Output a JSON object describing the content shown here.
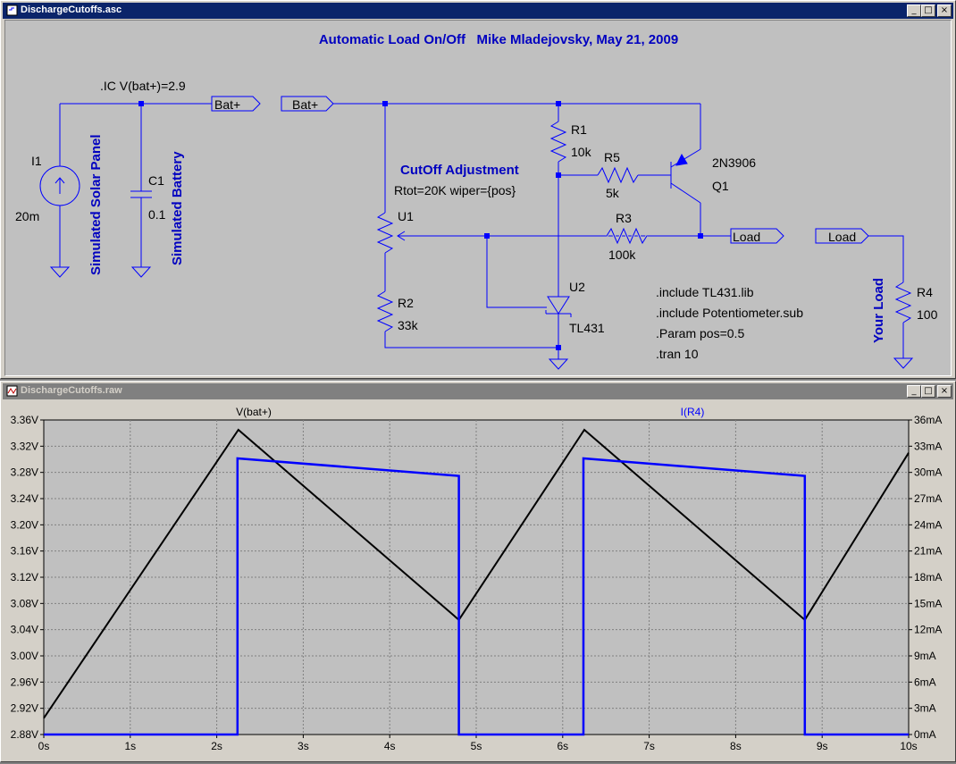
{
  "schematic_window": {
    "title": "DischargeCutoffs.asc",
    "header": "Automatic Load On/Off   Mike Mladejovsky, May 21, 2009",
    "ic_directive": ".IC V(bat+)=2.9",
    "labels": {
      "i1": "I1",
      "i1_val": "20m",
      "solar": "Simulated Solar Panel",
      "c1": "C1",
      "c1_val": "0.1",
      "battery": "Simulated Battery",
      "bat_out": "Bat+",
      "bat_in": "Bat+",
      "cutoff": "CutOff Adjustment",
      "rtot": "Rtot=20K wiper={pos}",
      "u1": "U1",
      "r1": "R1",
      "r1_val": "10k",
      "r5": "R5",
      "r5_val": "5k",
      "q1_model": "2N3906",
      "q1": "Q1",
      "r3": "R3",
      "r3_val": "100k",
      "r2": "R2",
      "r2_val": "33k",
      "u2": "U2",
      "u2_val": "TL431",
      "load_out": "Load",
      "load_in": "Load",
      "your_load": "Your Load",
      "r4": "R4",
      "r4_val": "100"
    },
    "directives": [
      ".include TL431.lib",
      ".include Potentiometer.sub",
      ".Param pos=0.5",
      ".tran 10"
    ]
  },
  "waveform_window": {
    "title": "DischargeCutoffs.raw",
    "colors": {
      "vbat": "#000000",
      "ir4": "#0000ff",
      "grid": "#808080",
      "plot_bg": "#c0c0c0"
    },
    "chart_data": {
      "type": "line",
      "xlabel": "",
      "ylabel": "",
      "x_ticks": [
        "0s",
        "1s",
        "2s",
        "3s",
        "4s",
        "5s",
        "6s",
        "7s",
        "8s",
        "9s",
        "10s"
      ],
      "y_left_ticks": [
        "2.88V",
        "2.92V",
        "2.96V",
        "3.00V",
        "3.04V",
        "3.08V",
        "3.12V",
        "3.16V",
        "3.20V",
        "3.24V",
        "3.28V",
        "3.32V",
        "3.36V"
      ],
      "y_right_ticks": [
        "0mA",
        "3mA",
        "6mA",
        "9mA",
        "12mA",
        "15mA",
        "18mA",
        "21mA",
        "24mA",
        "27mA",
        "30mA",
        "33mA",
        "36mA"
      ],
      "xlim": [
        0,
        10
      ],
      "ylim_left": [
        2.88,
        3.36
      ],
      "ylim_right": [
        0,
        36
      ],
      "grid": true,
      "series": [
        {
          "name": "V(bat+)",
          "axis": "left",
          "x": [
            0,
            2.25,
            4.8,
            6.25,
            8.8,
            10
          ],
          "y": [
            2.905,
            3.345,
            3.055,
            3.345,
            3.055,
            3.31
          ]
        },
        {
          "name": "I(R4)",
          "axis": "right",
          "x": [
            0,
            2.24,
            2.24,
            4.8,
            4.8,
            6.24,
            6.24,
            8.8,
            8.8,
            10
          ],
          "y": [
            0,
            0,
            31.6,
            29.6,
            0,
            0,
            31.6,
            29.6,
            0,
            0
          ]
        }
      ]
    }
  }
}
